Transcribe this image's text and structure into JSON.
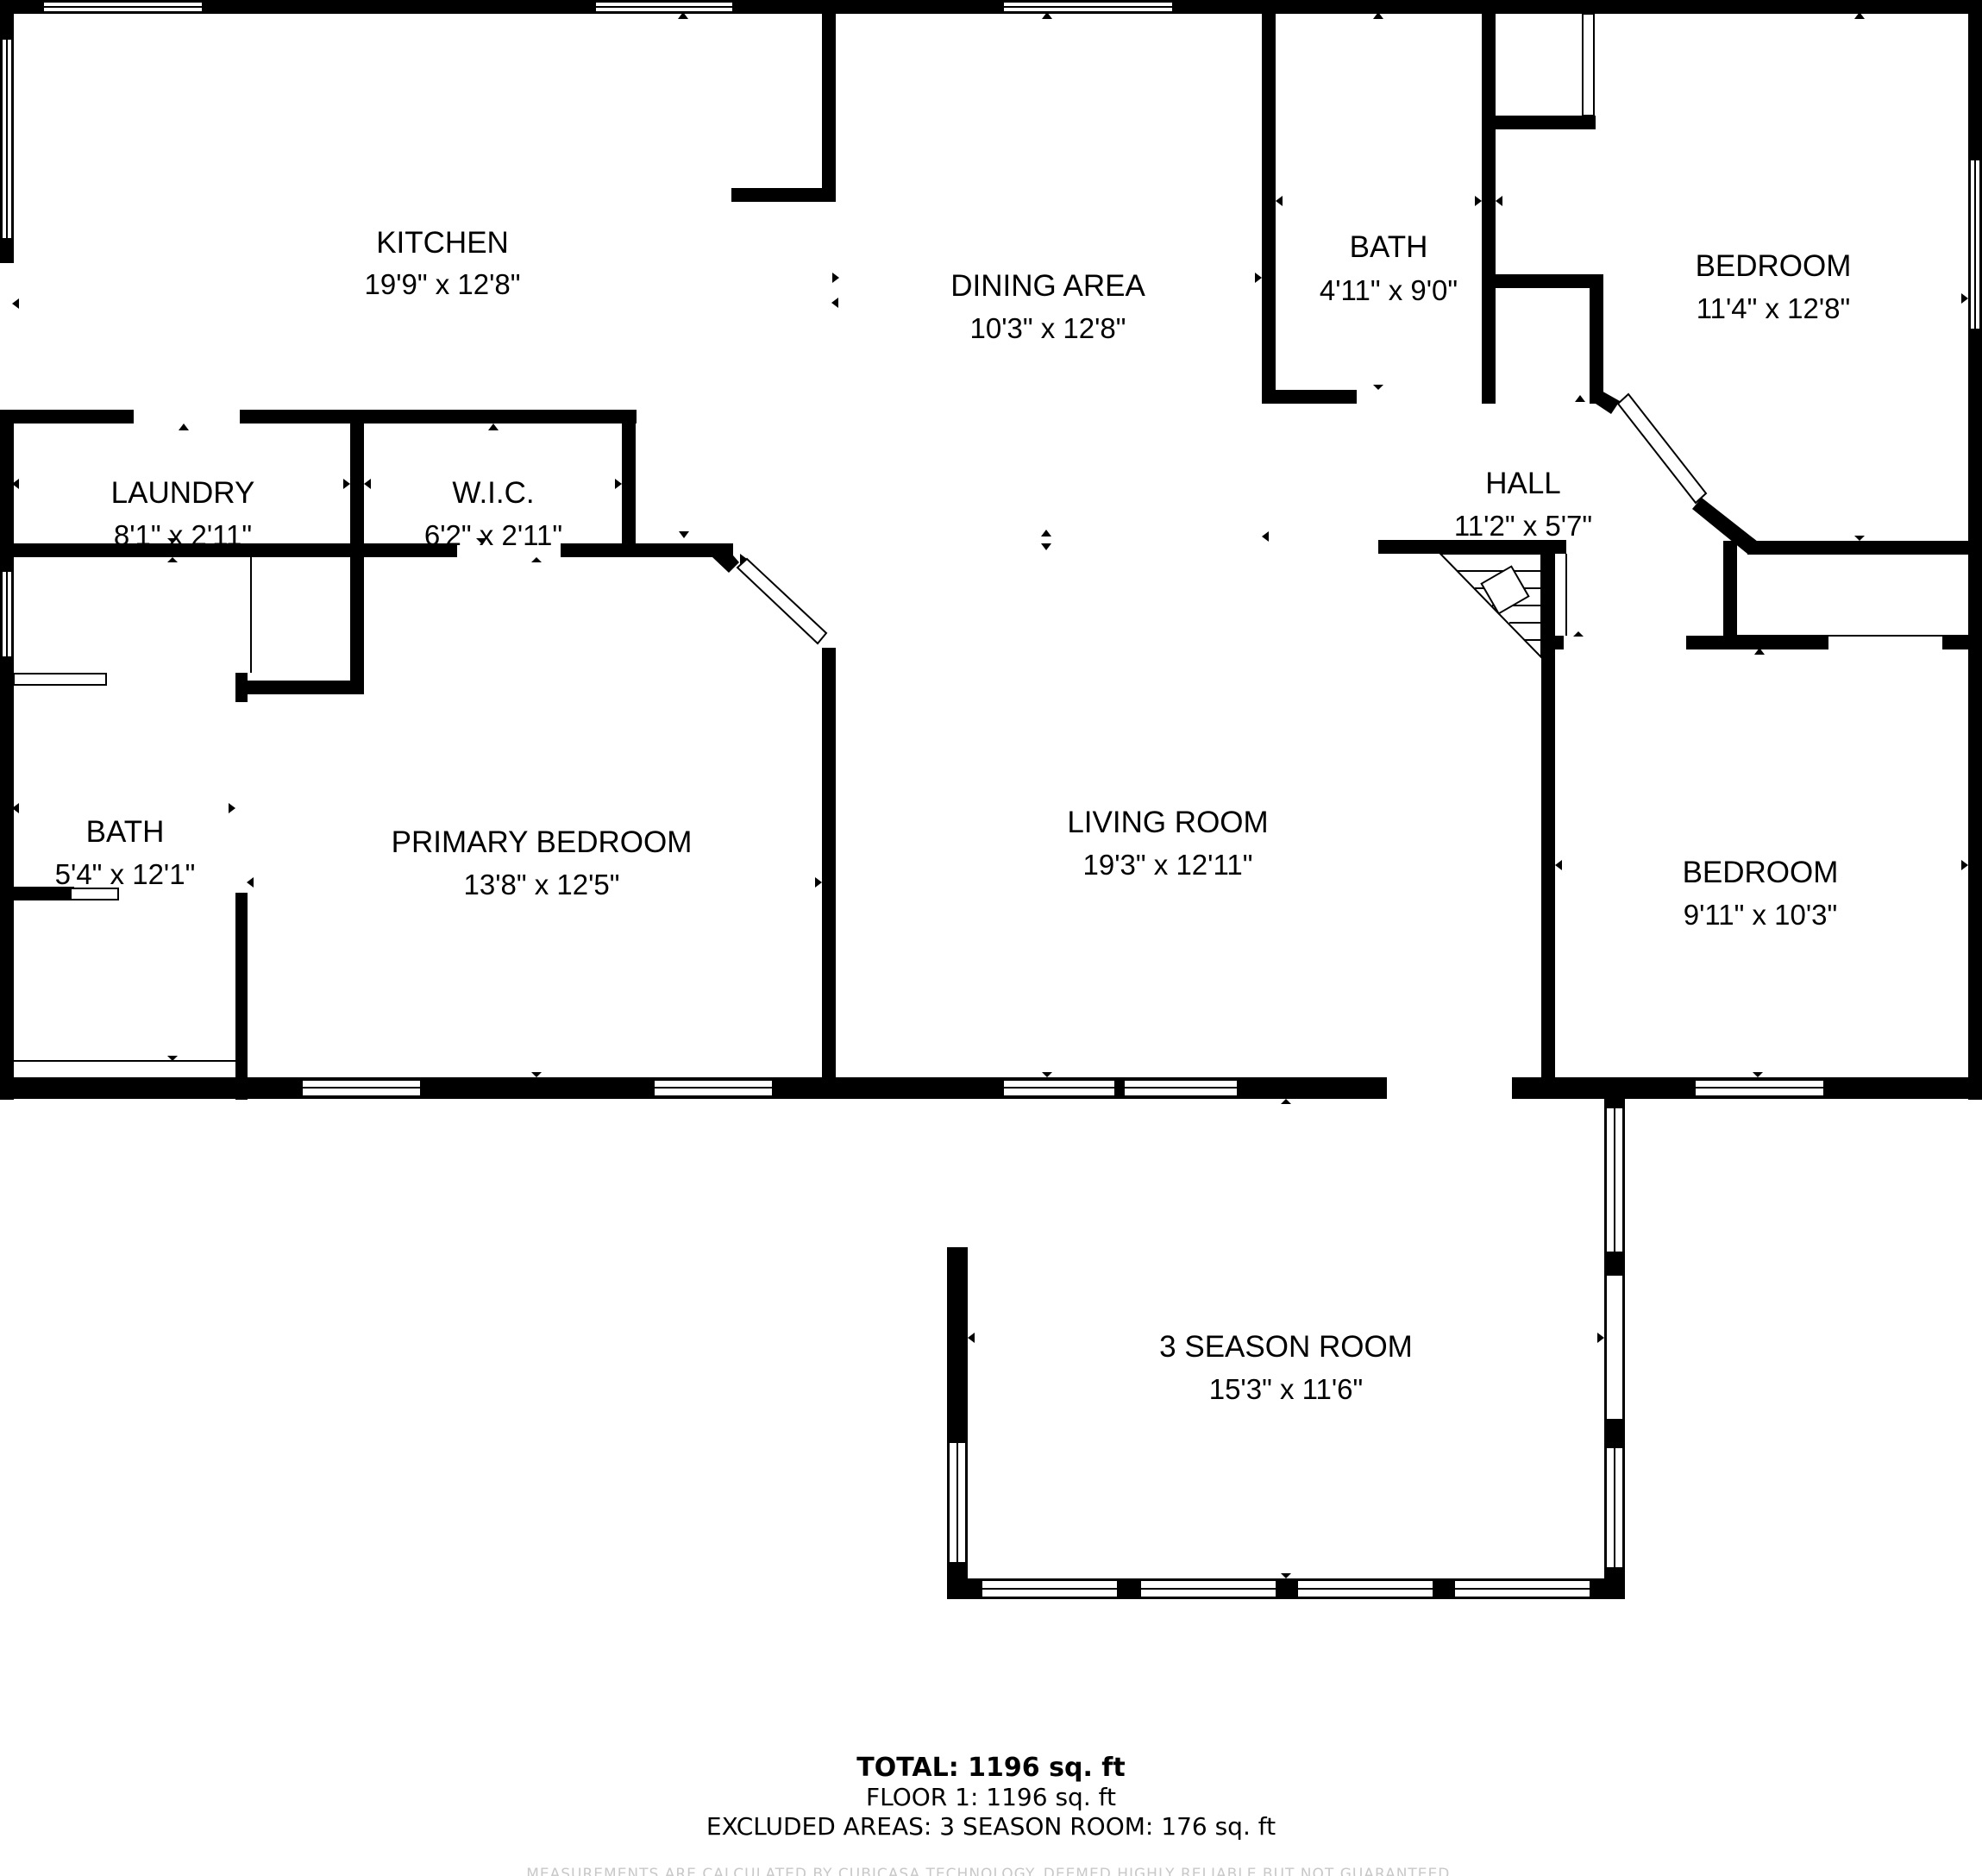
{
  "rooms": [
    {
      "id": "kitchen",
      "name": "KITCHEN",
      "dimensions": "19'9\" x 12'8\""
    },
    {
      "id": "dining-area",
      "name": "DINING AREA",
      "dimensions": "10'3\" x 12'8\""
    },
    {
      "id": "bath-upper",
      "name": "BATH",
      "dimensions": "4'11\" x 9'0\""
    },
    {
      "id": "bedroom-ne",
      "name": "BEDROOM",
      "dimensions": "11'4\" x 12'8\""
    },
    {
      "id": "laundry",
      "name": "LAUNDRY",
      "dimensions": "8'1\" x 2'11\""
    },
    {
      "id": "wic",
      "name": "W.I.C.",
      "dimensions": "6'2\" x 2'11\""
    },
    {
      "id": "hall",
      "name": "HALL",
      "dimensions": "11'2\" x 5'7\""
    },
    {
      "id": "bath-west",
      "name": "BATH",
      "dimensions": "5'4\" x 12'1\""
    },
    {
      "id": "primary-bedroom",
      "name": "PRIMARY BEDROOM",
      "dimensions": "13'8\" x 12'5\""
    },
    {
      "id": "living-room",
      "name": "LIVING ROOM",
      "dimensions": "19'3\" x 12'11\""
    },
    {
      "id": "bedroom-se",
      "name": "BEDROOM",
      "dimensions": "9'11\" x 10'3\""
    },
    {
      "id": "three-season-room",
      "name": "3 SEASON ROOM",
      "dimensions": "15'3\" x 11'6\""
    }
  ],
  "summary": {
    "total": "TOTAL: 1196 sq. ft",
    "floor": "FLOOR 1: 1196 sq. ft",
    "excluded": "EXCLUDED AREAS: 3 SEASON ROOM: 176 sq. ft",
    "disclaimer": "MEASUREMENTS ARE CALCULATED BY CUBICASA TECHNOLOGY. DEEMED HIGHLY RELIABLE BUT NOT GUARANTEED."
  },
  "colors": {
    "wall": "#000000",
    "background": "#ffffff",
    "window": "#ffffff",
    "disclaimer": "#c8c8c8"
  }
}
